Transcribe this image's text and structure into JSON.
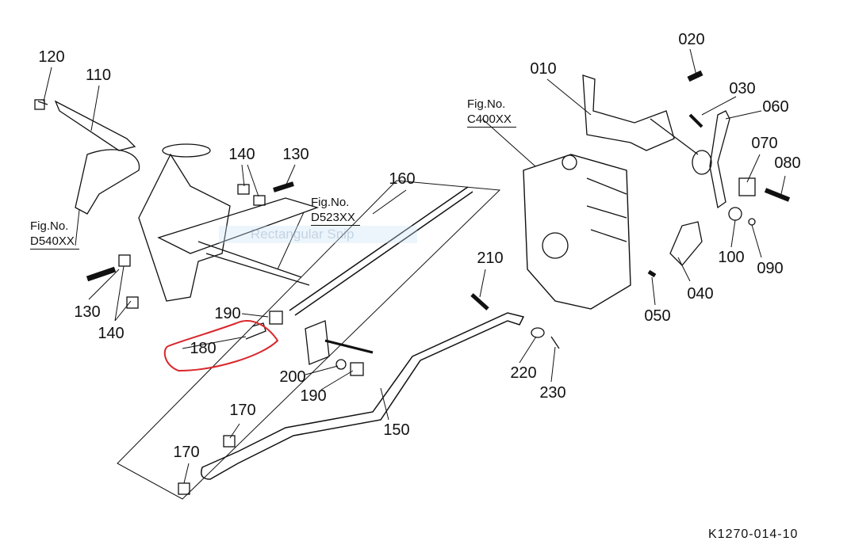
{
  "diagram": {
    "callouts": [
      "120",
      "110",
      "140",
      "130",
      "160",
      "010",
      "020",
      "030",
      "060",
      "070",
      "080",
      "100",
      "090",
      "040",
      "050",
      "210",
      "130",
      "140",
      "190",
      "180",
      "200",
      "190",
      "220",
      "230",
      "150",
      "170",
      "170"
    ],
    "figure_refs": [
      {
        "label": "Fig.No.",
        "code": "D540XX"
      },
      {
        "label": "Fig.No.",
        "code": "D523XX"
      },
      {
        "label": "Fig.No.",
        "code": "C400XX"
      }
    ],
    "document_id": "K1270-014-10",
    "highlight_color": "#d9262b",
    "overlay_text": "Rectangular Snip"
  }
}
